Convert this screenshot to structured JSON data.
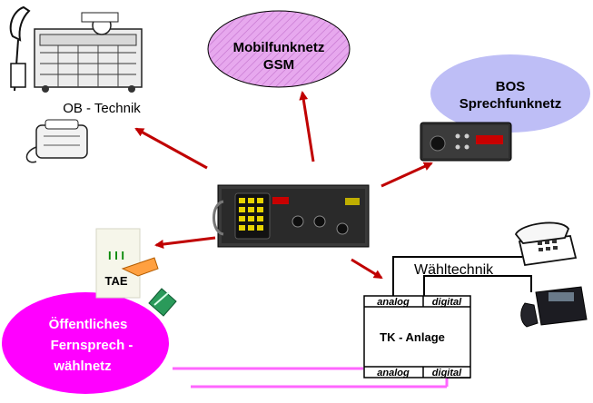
{
  "nodes": {
    "ob_technik": {
      "label": "OB - Technik"
    },
    "gsm": {
      "line1": "Mobilfunknetz",
      "line2": "GSM"
    },
    "bos": {
      "line1": "BOS",
      "line2": "Sprechfunknetz"
    },
    "tae": {
      "label": "TAE",
      "symbol": "I I I"
    },
    "public_network": {
      "line1": "Öffentliches",
      "line2": "Fernsprech -",
      "line3": "wählnetz"
    },
    "waehltechnik": {
      "label": "Wähltechnik"
    },
    "tk_anlage": {
      "label": "TK - Anlage",
      "top_left": "analog",
      "top_right": "digital",
      "bottom_left": "analog",
      "bottom_right": "digital"
    }
  },
  "colors": {
    "magenta": "#ff00ff",
    "gsm_fill": "#e7a8ee",
    "bos_fill": "#bebef6",
    "arrow": "#c00000",
    "pink_line": "#ff66ff"
  },
  "icons": [
    "field-telephone-icon",
    "switchboard-icon",
    "handset-icon",
    "radio-device-icon",
    "central-device-icon",
    "analog-phone-icon",
    "digital-phone-icon",
    "tae-socket-icon",
    "cable-icon"
  ]
}
